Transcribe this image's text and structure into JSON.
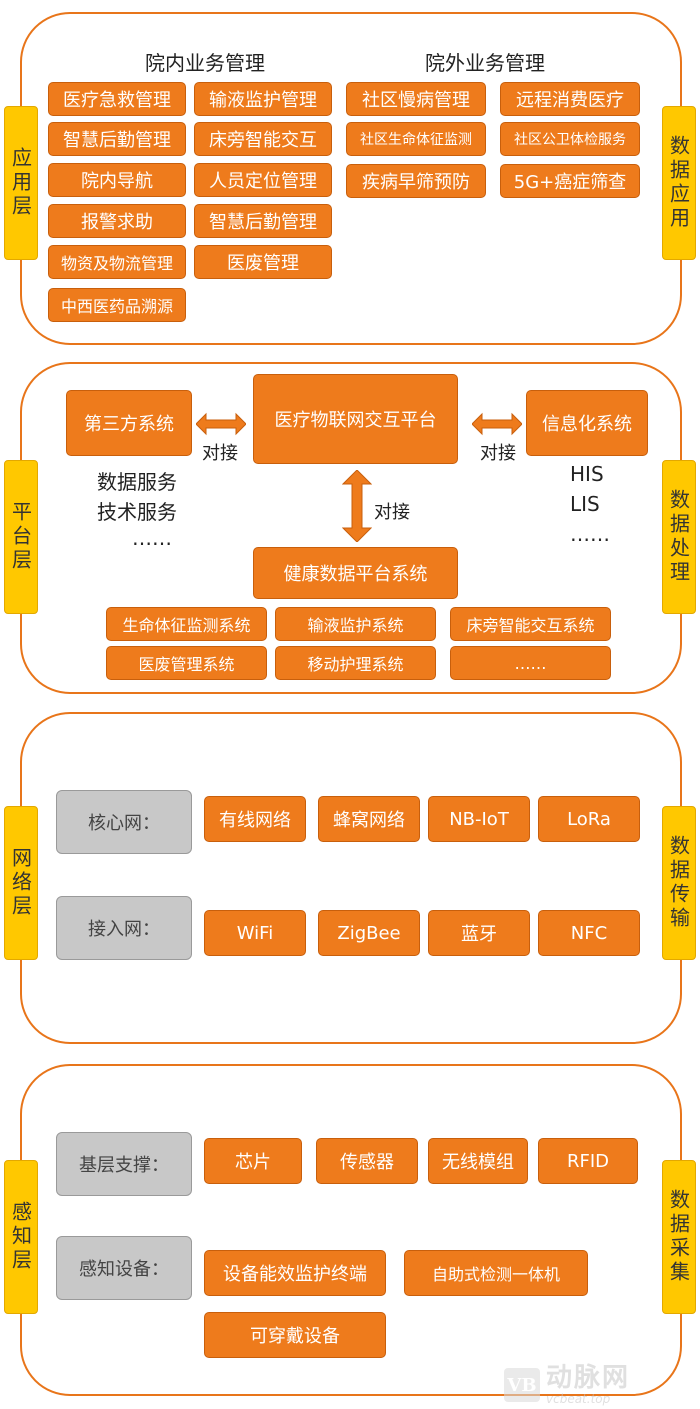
{
  "application": {
    "side_left": "应用层",
    "side_right": "数据应用",
    "inhospital_title": "院内业务管理",
    "outhospital_title": "院外业务管理",
    "inhospital_items": [
      "医疗急救管理",
      "输液监护管理",
      "智慧后勤管理",
      "床旁智能交互",
      "院内导航",
      "人员定位管理",
      "报警求助",
      "智慧后勤管理",
      "物资及物流管理",
      "医废管理",
      "中西医药品溯源"
    ],
    "outhospital_items": [
      "社区慢病管理",
      "远程消费医疗",
      "社区生命体征监测",
      "社区公卫体检服务",
      "疾病早筛预防",
      "5G+癌症筛查"
    ]
  },
  "platform": {
    "side_left": "平台层",
    "side_right": "数据处理",
    "third_party": "第三方系统",
    "iot_platform": "医疗物联网交互平台",
    "info_system": "信息化系统",
    "connect": "对接",
    "third_party_services": [
      "数据服务",
      "技术服务",
      "……"
    ],
    "info_system_items": [
      "HIS",
      "LIS",
      "……"
    ],
    "health_platform": "健康数据平台系统",
    "subsystems": [
      "生命体征监测系统",
      "输液监护系统",
      "床旁智能交互系统",
      "医废管理系统",
      "移动护理系统",
      "……"
    ]
  },
  "network": {
    "side_left": "网络层",
    "side_right": "数据传输",
    "core_label": "核心网：",
    "core_items": [
      "有线网络",
      "蜂窝网络",
      "NB-IoT",
      "LoRa"
    ],
    "access_label": "接入网：",
    "access_items": [
      "WiFi",
      "ZigBee",
      "蓝牙",
      "NFC"
    ]
  },
  "perception": {
    "side_left": "感知层",
    "side_right": "数据采集",
    "base_label": "基层支撑：",
    "base_items": [
      "芯片",
      "传感器",
      "无线模组",
      "RFID"
    ],
    "device_label": "感知设备：",
    "device_items": [
      "设备能效监护终端",
      "自助式检测一体机",
      "可穿戴设备"
    ]
  },
  "watermark": {
    "logo": "VB",
    "cn": "动脉网",
    "en": "vcbeat.top"
  },
  "colors": {
    "orange": "#ee7b1c",
    "yellow": "#ffc800",
    "gray": "#c8c8c8"
  }
}
